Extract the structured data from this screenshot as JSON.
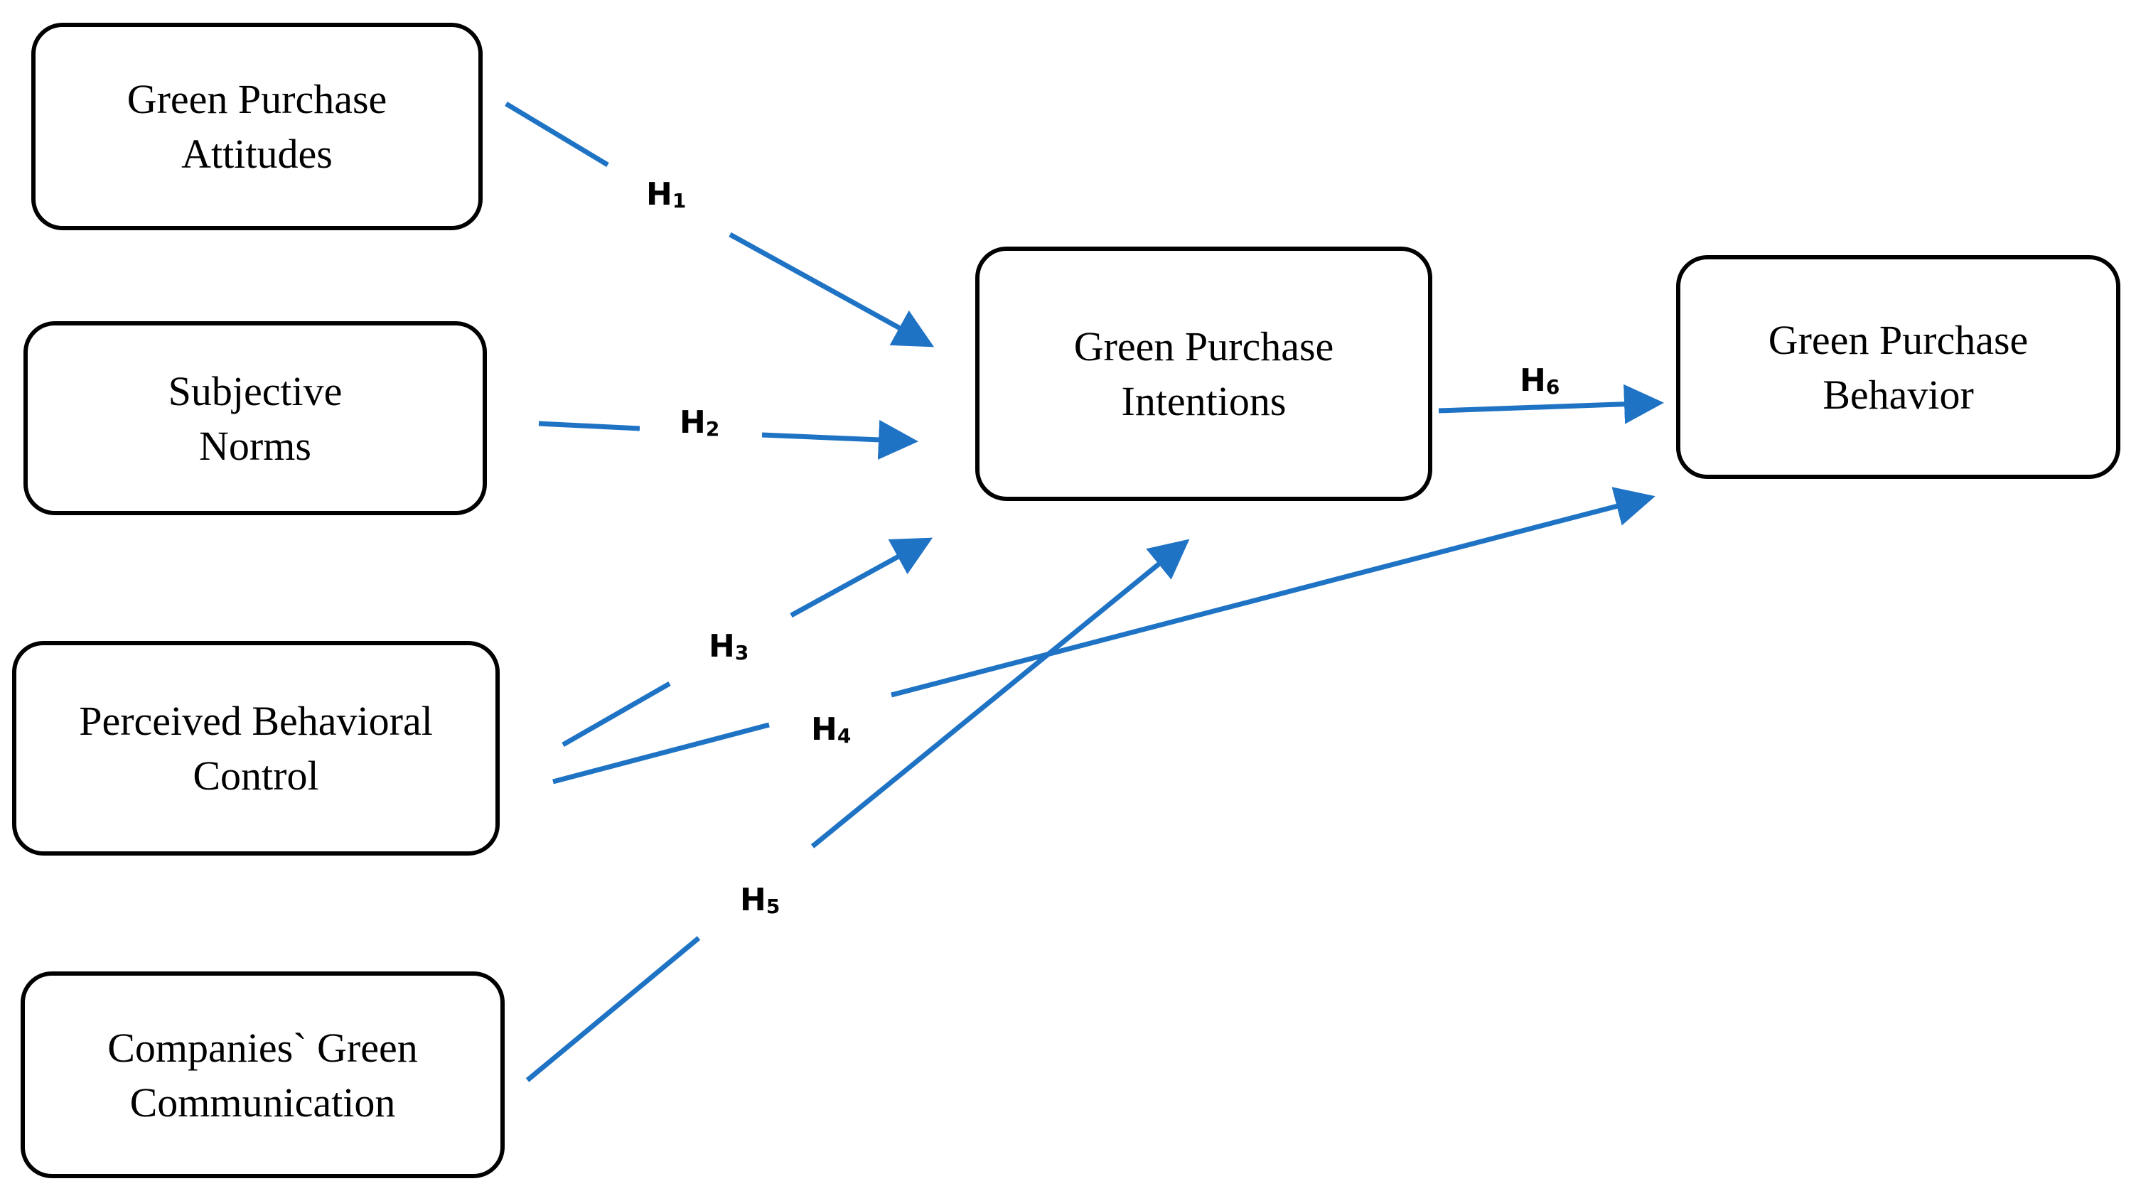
{
  "boxes": {
    "attitudes": {
      "line1": "Green Purchase",
      "line2": "Attitudes"
    },
    "norms": {
      "line1": "Subjective",
      "line2": "Norms"
    },
    "control": {
      "line1": "Perceived Behavioral",
      "line2": "Control"
    },
    "communication": {
      "line1": "Companies` Green",
      "line2": "Communication"
    },
    "intentions": {
      "line1": "Green Purchase",
      "line2": "Intentions"
    },
    "behavior": {
      "line1": "Green Purchase",
      "line2": "Behavior"
    }
  },
  "hypotheses": [
    {
      "id": "H1",
      "main": "H",
      "sub": "1",
      "from": "Green Purchase Attitudes",
      "to": "Green Purchase Intentions"
    },
    {
      "id": "H2",
      "main": "H",
      "sub": "2",
      "from": "Subjective Norms",
      "to": "Green Purchase Intentions"
    },
    {
      "id": "H3",
      "main": "H",
      "sub": "3",
      "from": "Perceived Behavioral Control",
      "to": "Green Purchase Intentions"
    },
    {
      "id": "H4",
      "main": "H",
      "sub": "4",
      "from": "Perceived Behavioral Control",
      "to": "Green Purchase Behavior"
    },
    {
      "id": "H5",
      "main": "H",
      "sub": "5",
      "from": "Companies` Green Communication",
      "to": "Green Purchase Intentions"
    },
    {
      "id": "H6",
      "main": "H",
      "sub": "6",
      "from": "Green Purchase Intentions",
      "to": "Green Purchase Behavior"
    }
  ],
  "colors": {
    "arrow": "#1f73c4",
    "border": "#000000",
    "text": "#000000",
    "background": "#ffffff"
  }
}
